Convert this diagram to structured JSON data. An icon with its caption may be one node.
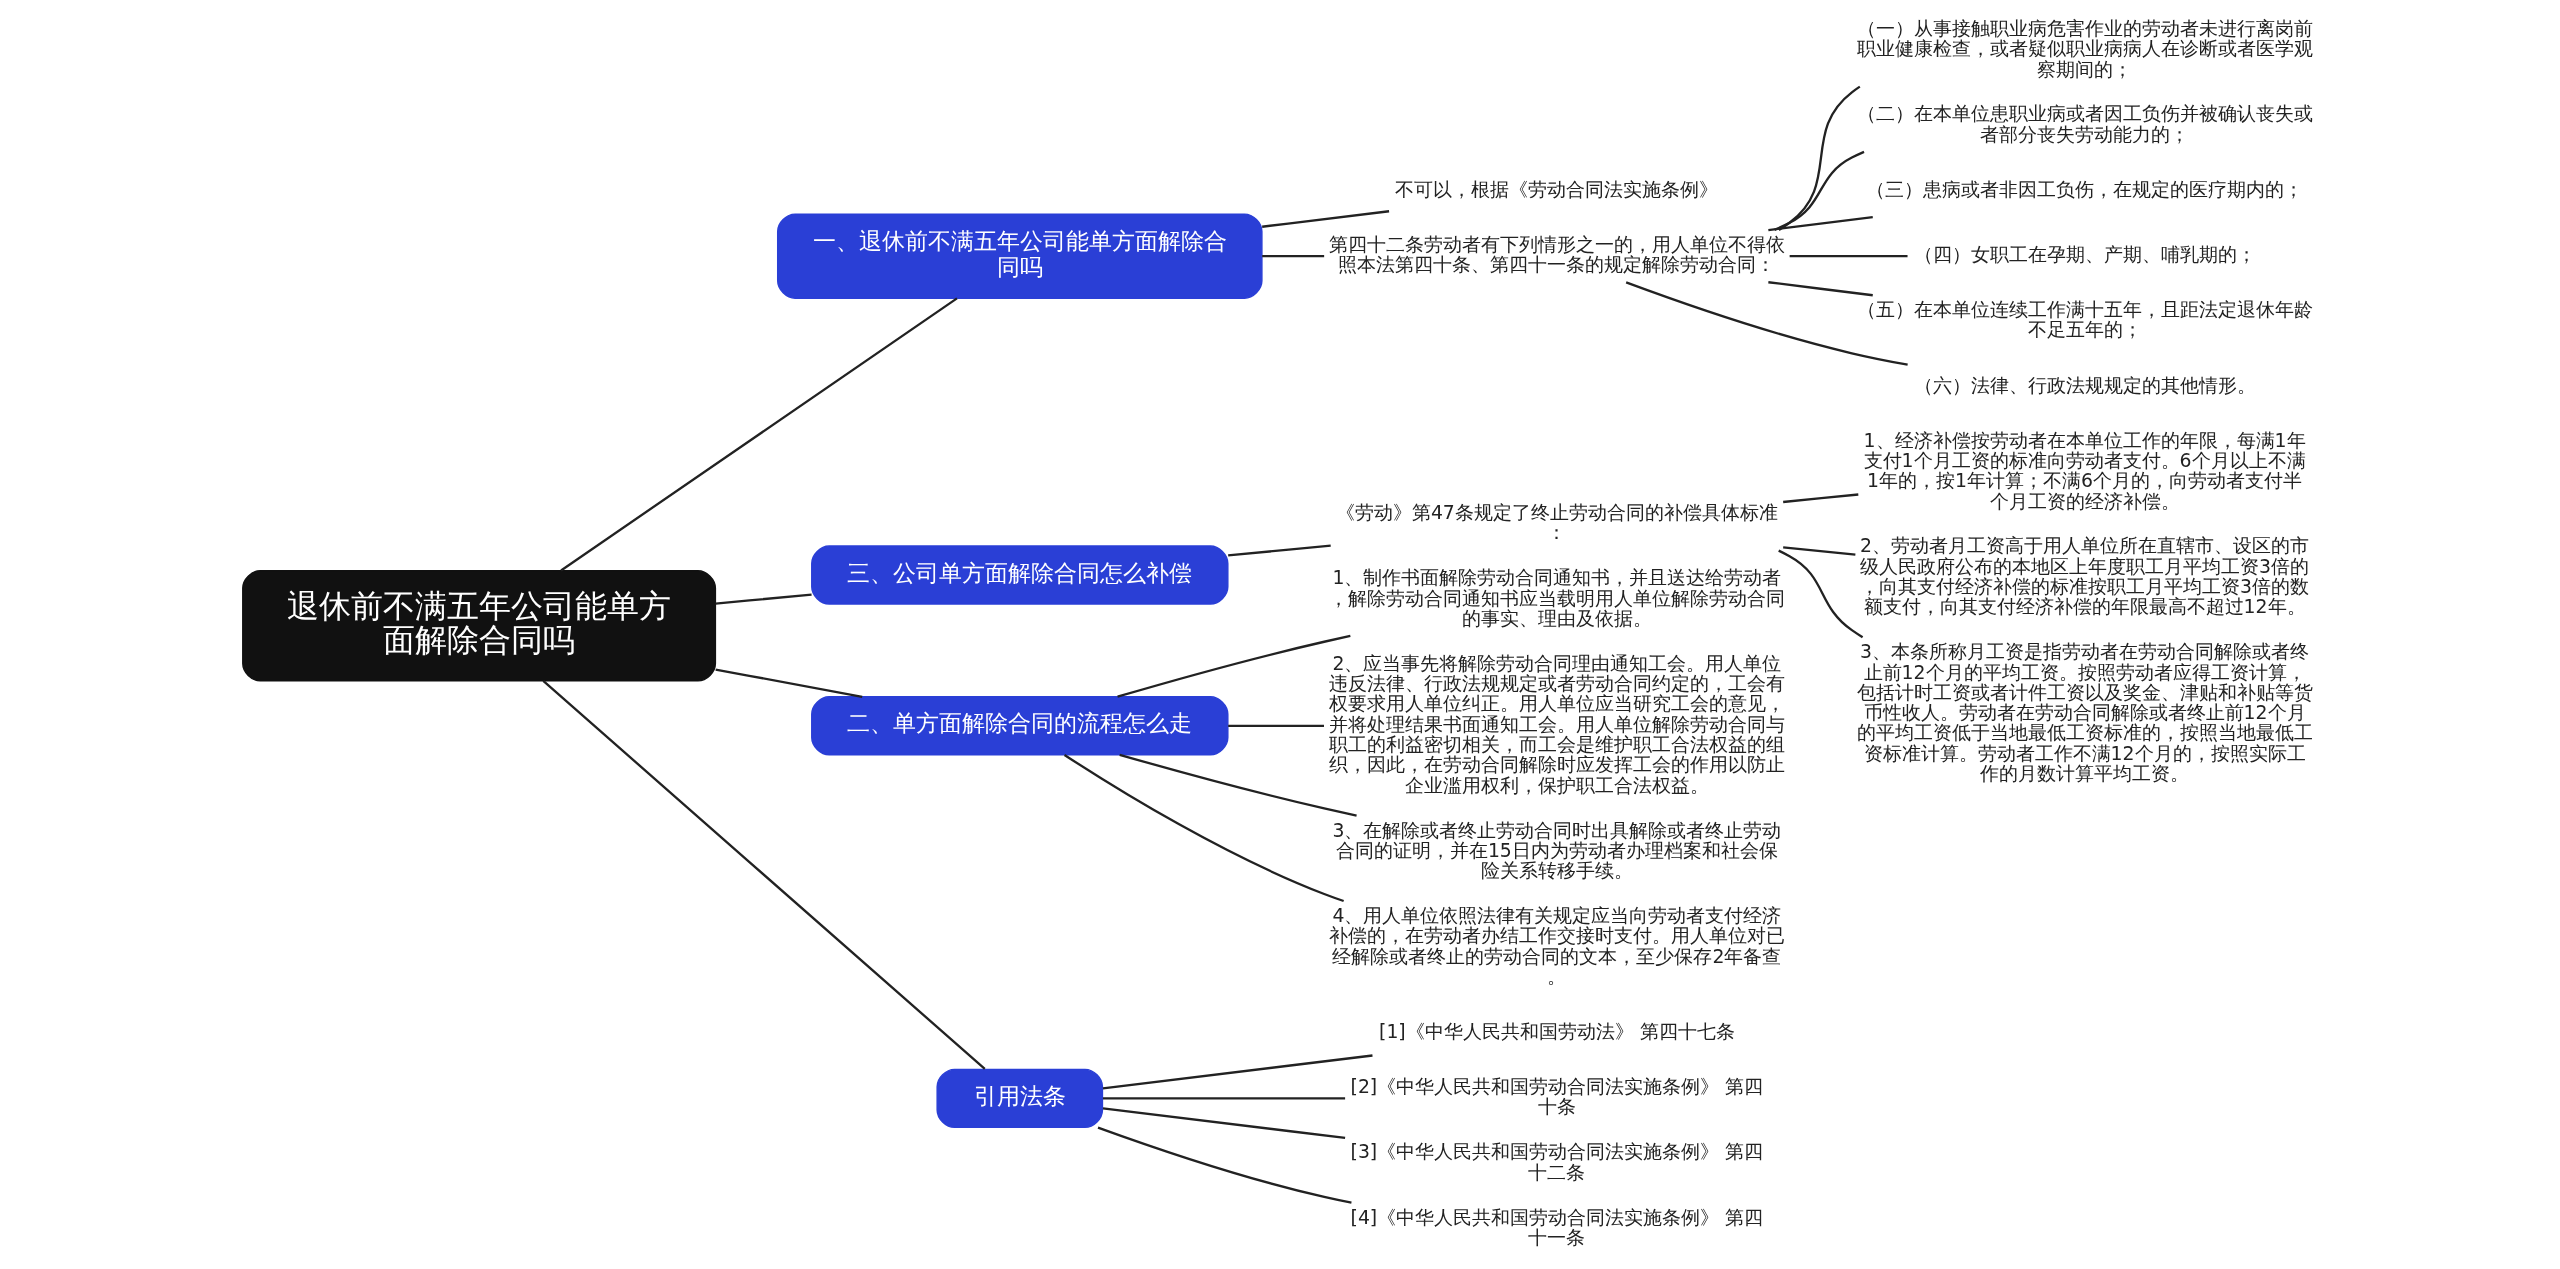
{
  "diagram": {
    "nodes": [
      {
        "text": [
          "退休前不满五年公司能单方面解除合同吗"
        ]
      },
      {
        "text": [
          "一、退休前不满五年公司能单方面解除合同吗"
        ]
      },
      {
        "text": [
          "不可以，根据《劳动合同法实施条例》"
        ]
      },
      {
        "text": [
          "第四十二条劳动者有下列情形之一的，用人单位不得依照本法第四十条、第四十一条的规定解除劳动合同："
        ]
      },
      {
        "text": [
          "（一）从事接触职业病危害作业的劳动者未进行离岗前职业健康检查，或者疑似职业病病人在诊断或者医学观察期间的；"
        ]
      },
      {
        "text": [
          "（二）在本单位患职业病或者因工负伤并被确认丧失或者部分丧失劳动能力的；"
        ]
      },
      {
        "text": [
          "（三）患病或者非因工负伤，在规定的医疗期内的；"
        ]
      },
      {
        "text": [
          "（四）女职工在孕期、产期、哺乳期的；"
        ]
      },
      {
        "text": [
          "（五）在本单位连续工作满十五年，且距法定退休年龄不足五年的；"
        ]
      },
      {
        "text": [
          "（六）法律、行政法规规定的其他情形。"
        ]
      },
      {
        "text": [
          "三、公司单方面解除合同怎么补偿"
        ]
      },
      {
        "text": [
          "《劳动》第47条规定了终止劳动合同的补偿具体标准："
        ]
      },
      {
        "text": [
          "1、经济补偿按劳动者在本单位工作的年限，每满1年支付1个月工资的标准向劳动者支付。6个月以上不满1年的，按1年计算；不满6个月的，向劳动者支付半个月工资的经济补偿。"
        ]
      },
      {
        "text": [
          "2、劳动者月工资高于用人单位所在直辖市、设区的市级人民政府公布的本地区上年度职工月平均工资3倍的，向其支付经济补偿的标准按职工月平均工资3倍的数额支付，向其支付经济补偿的年限最高不超过12年。"
        ]
      },
      {
        "text": [
          "3、本条所称月工资是指劳动者在劳动合同解除或者终止前12个月的平均工资。按照劳动者应得工资计算，包括计时工资或者计件工资以及奖金、津贴和补贴等货币性收人。劳动者在劳动合同解除或者终止前12个月的平均工资低于当地最低工资标准的，按照当地最低工资标准计算。劳动者工作不满12个月的，按照实际工作的月数计算平均工资。"
        ]
      },
      {
        "text": [
          "二、单方面解除合同的流程怎么走"
        ]
      },
      {
        "text": [
          "1、制作书面解除劳动合同通知书，并且送达给劳动者，解除劳动合同通知书应当载明用人单位解除劳动合同的事实、理由及依据。"
        ]
      },
      {
        "text": [
          "2、应当事先将解除劳动合同理由通知工会。用人单位违反法律、行政法规规定或者劳动合同约定的，工会有权要求用人单位纠正。用人单位应当研究工会的意见，并将处理结果书面通知工会。用人单位解除劳动合同与职工的利益密切相关，而工会是维护职工合法权益的组织，因此，在劳动合同解除时应发挥工会的作用以防止企业滥用权利，保护职工合法权益。"
        ]
      },
      {
        "text": [
          "3、在解除或者终止劳动合同时出具解除或者终止劳动合同的证明，并在15日内为劳动者办理档案和社会保险关系转移手续。"
        ]
      },
      {
        "text": [
          "4、用人单位依照法律有关规定应当向劳动者支付经济补偿的，在劳动者办结工作交接时支付。用人单位对已经解除或者终止的劳动合同的文本，至少保存2年备查。"
        ]
      },
      {
        "text": [
          "引用法条"
        ]
      },
      {
        "text": [
          "[1]《中华人民共和国劳动法》 第四十七条"
        ]
      },
      {
        "text": [
          "[2]《中华人民共和国劳动合同法实施条例》 第四十条"
        ]
      },
      {
        "text": [
          "[3]《中华人民共和国劳动合同法实施条例》 第四十二条"
        ]
      },
      {
        "text": [
          "[4]《中华人民共和国劳动合同法实施条例》 第四十一条"
        ]
      }
    ],
    "edges": [
      {
        "from": 0,
        "to": 1,
        "arrow": "none"
      },
      {
        "from": 1,
        "to": 2,
        "arrow": "none"
      },
      {
        "from": 1,
        "to": 3,
        "arrow": "none"
      },
      {
        "from": 3,
        "to": 4,
        "arrow": "none"
      },
      {
        "from": 3,
        "to": 5,
        "arrow": "none"
      },
      {
        "from": 3,
        "to": 6,
        "arrow": "none"
      },
      {
        "from": 3,
        "to": 7,
        "arrow": "none"
      },
      {
        "from": 3,
        "to": 8,
        "arrow": "none"
      },
      {
        "from": 3,
        "to": 9,
        "arrow": "none"
      },
      {
        "from": 0,
        "to": 10,
        "arrow": "none"
      },
      {
        "from": 10,
        "to": 11,
        "arrow": "none"
      },
      {
        "from": 11,
        "to": 12,
        "arrow": "none"
      },
      {
        "from": 11,
        "to": 13,
        "arrow": "none"
      },
      {
        "from": 11,
        "to": 14,
        "arrow": "none"
      },
      {
        "from": 0,
        "to": 15,
        "arrow": "none"
      },
      {
        "from": 15,
        "to": 16,
        "arrow": "none"
      },
      {
        "from": 15,
        "to": 17,
        "arrow": "none"
      },
      {
        "from": 15,
        "to": 18,
        "arrow": "none"
      },
      {
        "from": 15,
        "to": 19,
        "arrow": "none"
      },
      {
        "from": 0,
        "to": 20,
        "arrow": "none"
      },
      {
        "from": 20,
        "to": 21,
        "arrow": "none"
      },
      {
        "from": 20,
        "to": 22,
        "arrow": "none"
      },
      {
        "from": 20,
        "to": 23,
        "arrow": "none"
      },
      {
        "from": 20,
        "to": 24,
        "arrow": "none"
      }
    ]
  }
}
